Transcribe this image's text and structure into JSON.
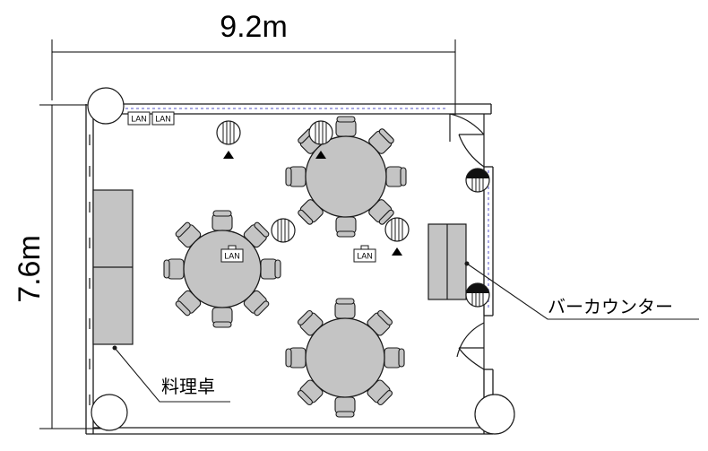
{
  "dimensions": {
    "width": "9.2m",
    "height": "7.6m"
  },
  "labels": {
    "kitchen_table": "料理卓",
    "bar_counter": "バーカウンター",
    "lan": "LAN"
  },
  "colors": {
    "furniture": "#c4c4c4",
    "outline": "#1a1a1a",
    "wall_dashed": "#8c8cd8"
  },
  "icons": [
    "speaker-icon",
    "lan-port-icon",
    "pillar-icon",
    "door-icon"
  ]
}
